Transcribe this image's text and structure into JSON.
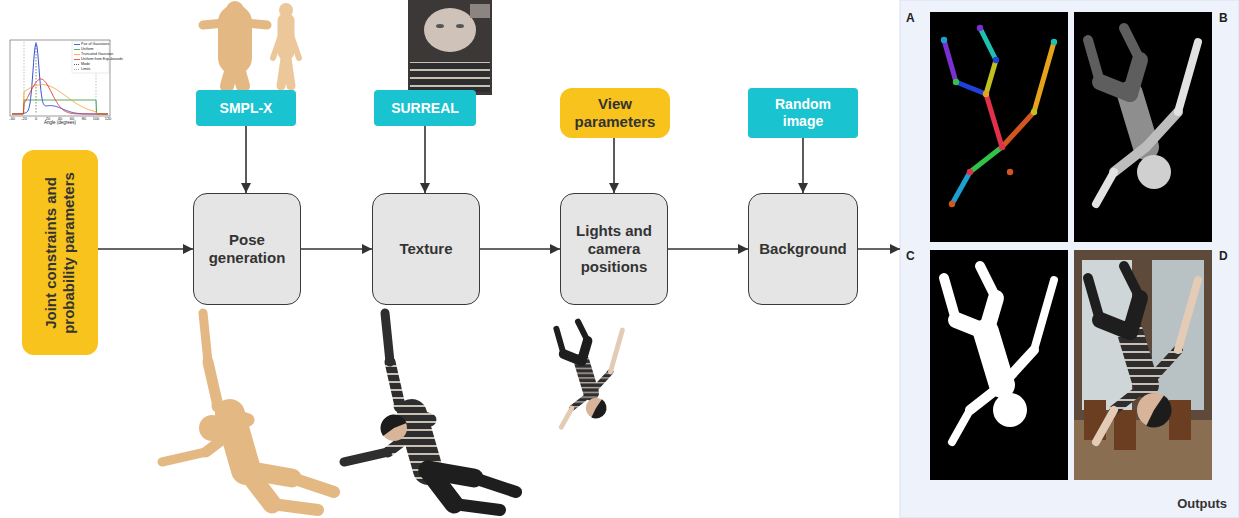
{
  "diagram": {
    "nodes": [
      {
        "text": [
          "Joint constraints and probability parameters"
        ]
      },
      {
        "text": [
          "SMPL-X"
        ]
      },
      {
        "text": [
          "Pose generation"
        ]
      },
      {
        "text": [
          "SURREAL"
        ]
      },
      {
        "text": [
          "Texture"
        ]
      },
      {
        "text": [
          "View parameters"
        ]
      },
      {
        "text": [
          "Lights and camera positions"
        ]
      },
      {
        "text": [
          "Random image"
        ]
      },
      {
        "text": [
          "Background"
        ]
      },
      {
        "text": [
          "Outputs"
        ]
      }
    ],
    "edges": [
      {
        "from": 0,
        "to": 2,
        "arrow": "to"
      },
      {
        "from": 1,
        "to": 2,
        "arrow": "to"
      },
      {
        "from": 2,
        "to": 4,
        "arrow": "to"
      },
      {
        "from": 3,
        "to": 4,
        "arrow": "to"
      },
      {
        "from": 4,
        "to": 6,
        "arrow": "to"
      },
      {
        "from": 5,
        "to": 6,
        "arrow": "to"
      },
      {
        "from": 6,
        "to": 8,
        "arrow": "to"
      },
      {
        "from": 7,
        "to": 8,
        "arrow": "to"
      },
      {
        "from": 8,
        "to": 9,
        "arrow": "to"
      }
    ],
    "labels": [
      "A",
      "B",
      "C",
      "D",
      "Angle (degrees)",
      "-40",
      "-20",
      "0",
      "20",
      "40",
      "60",
      "80",
      "100",
      "120"
    ],
    "legend": [
      {
        "text": "Pair of Gaussians"
      },
      {
        "text": "Uniform"
      },
      {
        "text": "Truncated Gaussian"
      },
      {
        "text": "Uniform from Exp+bounds"
      },
      {
        "text": "Mode"
      },
      {
        "text": "Limits"
      }
    ]
  }
}
